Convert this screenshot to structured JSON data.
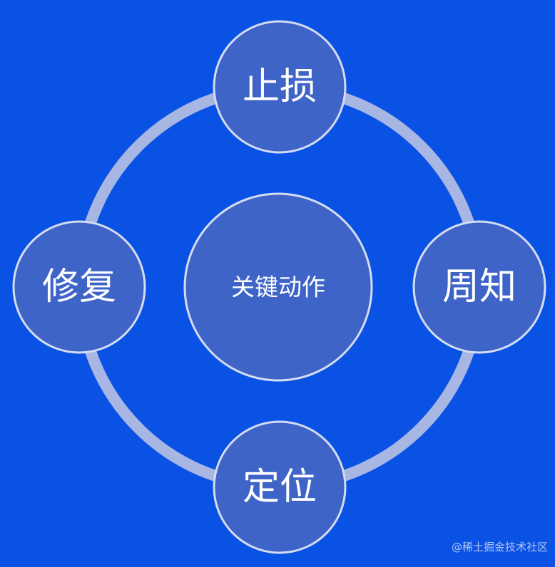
{
  "center": {
    "label": "关键动作"
  },
  "nodes": {
    "top": {
      "label": "止损"
    },
    "right": {
      "label": "周知"
    },
    "bottom": {
      "label": "定位"
    },
    "left": {
      "label": "修复"
    }
  },
  "watermark": "@稀土掘金技术社区",
  "colors": {
    "background": "#0a52e4",
    "node_fill": "#3e64c8",
    "node_stroke": "#d4dcf2",
    "ring": "#a8b6e4",
    "text": "#ffffff"
  }
}
